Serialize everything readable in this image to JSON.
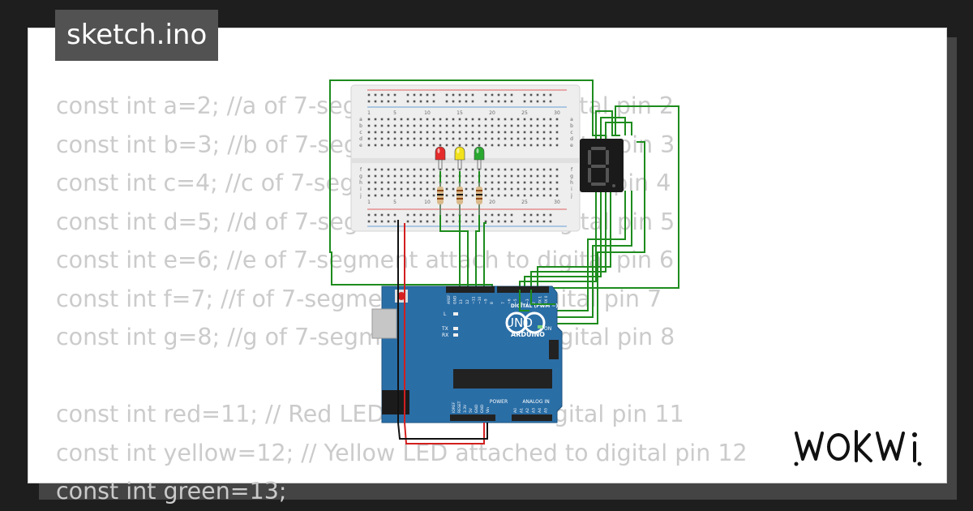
{
  "file_tab": {
    "name": "sketch.ino"
  },
  "brand": {
    "name": "WOKWI"
  },
  "code_lines": [
    "const int a=2; //a of 7-segment attach to digital pin 2",
    "const int b=3; //b of 7-segment attach to digital pin 3",
    "const int c=4; //c of 7-segment attach to digital pin 4",
    "const int d=5; //d of 7-segment attach to digital pin 5",
    "const int e=6; //e of 7-segment attach to digital pin 6",
    "const int f=7; //f of 7-segment attach to digital pin 7",
    "const int g=8; //g of 7-segment attach to digital pin 8",
    "",
    "const int red=11; // Red LED attached to digital pin 11",
    "const int yellow=12; // Yellow LED attached to digital pin 12",
    "const int green=13;"
  ],
  "breadboard": {
    "column_labels": [
      "1",
      "5",
      "10",
      "15",
      "20",
      "25",
      "30"
    ],
    "row_labels": [
      "a",
      "b",
      "c",
      "d",
      "e",
      "f",
      "g",
      "h",
      "i",
      "j"
    ]
  },
  "leds": [
    {
      "name": "red-led",
      "color": "#e52b2b"
    },
    {
      "name": "yellow-led",
      "color": "#f2e21c"
    },
    {
      "name": "green-led",
      "color": "#29a82f"
    }
  ],
  "arduino": {
    "brand_label": "ARDUINO",
    "model_label": "UNO",
    "digital_label": "DIGITAL (PWM ~)",
    "power_label": "POWER",
    "analog_label": "ANALOG IN",
    "on_label": "ON",
    "tx_label": "TX",
    "rx_label": "RX",
    "l_label": "L",
    "top_pin_labels": [
      "AREF",
      "GND",
      "13",
      "12",
      "~11",
      "~10",
      "~9",
      "8",
      "7",
      "~6",
      "~5",
      "4",
      "~3",
      "2",
      "TX 1",
      "RX 0"
    ],
    "power_pin_labels": [
      "IOREF",
      "RESET",
      "3.3V",
      "5V",
      "GND",
      "GND",
      "Vin"
    ],
    "analog_pin_labels": [
      "A0",
      "A1",
      "A2",
      "A3",
      "A4",
      "A5"
    ]
  },
  "colors": {
    "board": "#2a6ea6",
    "wire_green": "#1e8c1e",
    "wire_black": "#111111",
    "wire_red": "#d21f1f",
    "code_text": "#cbcbcb",
    "tab_bg": "#525252"
  }
}
